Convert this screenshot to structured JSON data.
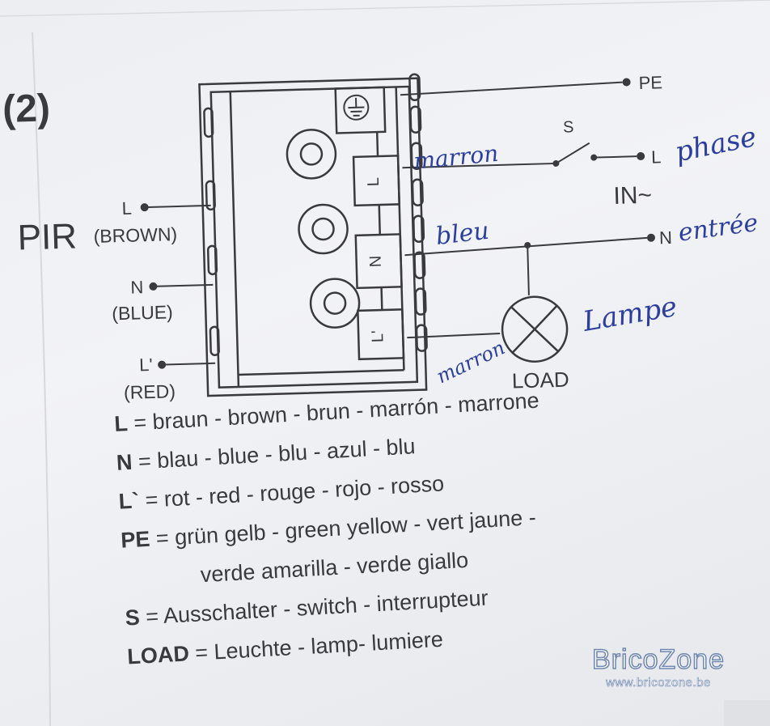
{
  "figure": {
    "number": "(2)",
    "pir_label": "PIR",
    "left_terminals": [
      {
        "symbol": "L",
        "color": "(BROWN)"
      },
      {
        "symbol": "N",
        "color": "(BLUE)"
      },
      {
        "symbol": "L'",
        "color": "(RED)"
      }
    ],
    "block_terminals": [
      "L",
      "N",
      "L'"
    ],
    "right_terminals": {
      "pe": "PE",
      "l": "L",
      "n": "N",
      "switch": "S",
      "input": "IN~",
      "load": "LOAD"
    }
  },
  "handwritten": {
    "marron_top": "marron",
    "phase": "phase",
    "bleu": "bleu",
    "entree": "entrée",
    "lampe": "Lampe",
    "marron_bottom": "marron"
  },
  "legend": [
    {
      "key": "L",
      "text": "= braun - brown - brun - marrón - marrone"
    },
    {
      "key": "N",
      "text": "= blau - blue - blu - azul - blu"
    },
    {
      "key": "L`",
      "text": "= rot - red - rouge - rojo - rosso"
    },
    {
      "key": "PE",
      "text": "= grün gelb - green yellow - vert jaune -"
    },
    {
      "key": "",
      "text": "verde amarilla - verde giallo"
    },
    {
      "key": "S",
      "text": "= Ausschalter - switch - interrupteur"
    },
    {
      "key": "LOAD",
      "text": "= Leuchte - lamp- lumiere"
    }
  ],
  "watermark": {
    "logo": "BricoZone",
    "url": "www.bricozone.be"
  },
  "colors": {
    "ink": "#3a3a3e",
    "pen": "#2d3f9e",
    "paper": "#eceef2"
  }
}
